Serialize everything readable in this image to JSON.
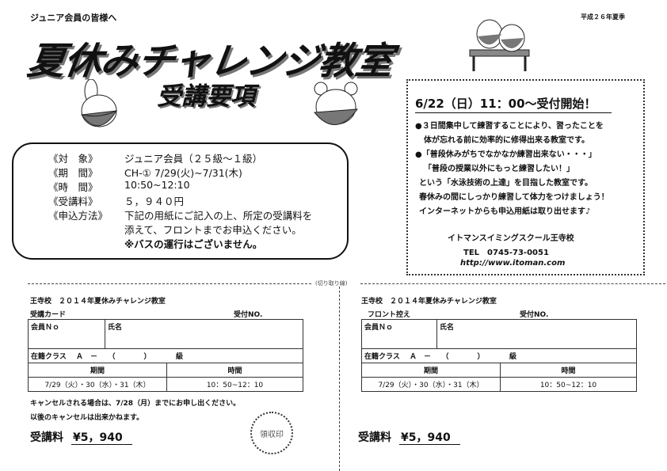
{
  "header": {
    "greeting": "ジュニア会員の皆様へ",
    "season": "平成２６年夏季",
    "title": "夏休みチャレンジ教室",
    "subtitle": "受講要項"
  },
  "details": [
    {
      "label": "《対　象》",
      "value": "ジュニア会員（２５級～１級）"
    },
    {
      "label": "《期　間》",
      "value": "CH-① 7/29(火)~7/31(木)"
    },
    {
      "label": "《時　間》",
      "value": "10:50~12:10"
    },
    {
      "label": "《受講料》",
      "value": "５，９４０円"
    },
    {
      "label": "《申込方法》",
      "value": "下記の用紙にご記入の上、所定の受講料を"
    }
  ],
  "details_extra": [
    "添えて、フロントまでお申込ください。",
    "※バスの運行はございません。"
  ],
  "notice": {
    "headline": "6/22（日）11：00～受付開始！",
    "lines": [
      "●３日間集中して練習することにより、習ったことを",
      "体が忘れる前に効率的に修得出来る教室です。",
      "●「普段休みがちでなかなか練習出来ない・・・」",
      "「普段の授業以外にもっと練習したい！」",
      "という「水泳技術の上達」を目指した教室です。",
      "春休みの間にしっかり練習して体力をつけましょう！",
      "インターネットからも申込用紙は取り出せます♪"
    ],
    "company": "イトマンスイミングスクール王寺校",
    "tel": "TEL　0745-73-0051",
    "url": "http://www.itoman.com"
  },
  "cut_label": "(切り取り線)",
  "forms": [
    {
      "title": "王寺校　２０１４年夏休みチャレンジ教室",
      "card": "受講カード",
      "receipt_no": "受付NO.",
      "member_no": "会員Ｎｏ",
      "name": "氏名",
      "class_row": "在籍クラス　 Ａ　－　　（　　　　）　　　　級",
      "period_h": "期間",
      "time_h": "時間",
      "period": "7/29（火）・30（水）・31（木）",
      "time": "10：50~12：10",
      "fee_label": "受講料",
      "fee": "¥5，940"
    },
    {
      "title": "王寺校　２０１４年夏休みチャレンジ教室",
      "card": "フロント控え",
      "receipt_no": "受付NO.",
      "member_no": "会員Ｎｏ",
      "name": "氏名",
      "class_row": "在籍クラス　 Ａ　－　　（　　　　）　　　　級",
      "period_h": "期間",
      "time_h": "時間",
      "period": "7/29（火）・30（水）・31（木）",
      "time": "10：50~12：10",
      "fee_label": "受講料",
      "fee": "¥5，940"
    }
  ],
  "cancel": [
    "キャンセルされる場合は、7/28（月）までにお申し出ください。",
    "以後のキャンセルは出来かねます。"
  ],
  "stamp": "領収印"
}
